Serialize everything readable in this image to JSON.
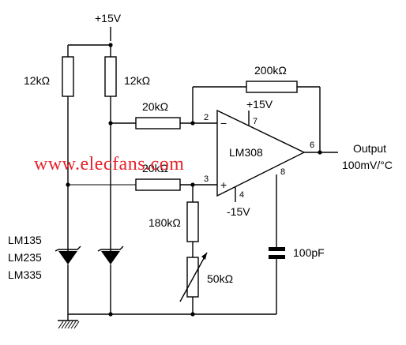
{
  "supply": {
    "positive": "+15V"
  },
  "resistors": {
    "r_left_12k": "12kΩ",
    "r_right_12k": "12kΩ",
    "r_input_top": "20kΩ",
    "r_input_bottom": "20kΩ",
    "r_feedback": "200kΩ",
    "r_180k": "180kΩ",
    "pot_50k": "50kΩ"
  },
  "sensors": {
    "line1": "LM135",
    "line2": "LM235",
    "line3": "LM335"
  },
  "opamp": {
    "name": "LM308",
    "vplus": "+15V",
    "vminus": "-15V",
    "pin_inverting": "2",
    "pin_noninverting": "3",
    "pin_vplus": "7",
    "pin_vminus": "4",
    "pin_output": "6",
    "pin_comp": "8",
    "minus_sign": "−",
    "plus_sign": "+"
  },
  "capacitor": {
    "value": "100pF"
  },
  "output": {
    "label": "Output",
    "scale": "100mV/°C"
  },
  "watermark": "www.elecfans.com"
}
